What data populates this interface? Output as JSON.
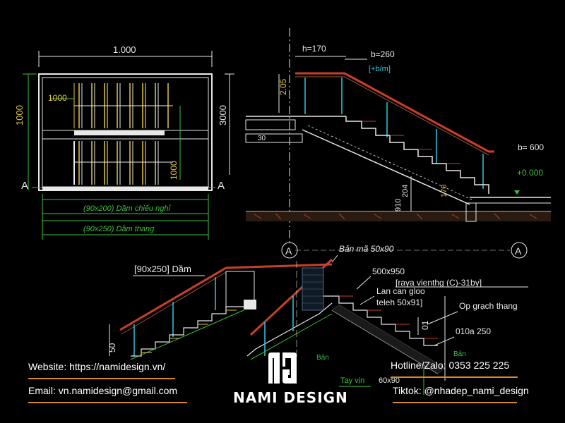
{
  "colors": {
    "background": "#000000",
    "line_white": "#e8e8e8",
    "line_yellow": "#e5c542",
    "line_green": "#3fbf3f",
    "line_cyan": "#30c8e0",
    "line_red": "#c8402a",
    "line_brown": "#a05030",
    "accent_orange": "#d88a2a"
  },
  "plan": {
    "width_dim": "1.000",
    "height_dim_left": "1000",
    "height_dim_right": "3000",
    "inner_dim_top": "1000",
    "inner_dim_right": "1000",
    "section_mark_left": "A",
    "section_mark_right": "A",
    "beam_landing": "(90x200) Dầm chiếu nghỉ",
    "beam_stair": "(90x250) Dầm thang"
  },
  "section": {
    "riser": "h=170",
    "tread": "b=260",
    "tread_sub": "[+b/m]",
    "landing_width": "b= 600",
    "level": "+0.000",
    "dim_205": "2.05",
    "dim_204": "204",
    "dim_910": "910",
    "dim_170": "170",
    "dim_30": "30",
    "section_mark_left": "A",
    "section_mark_right": "A"
  },
  "detail": {
    "label_90x250": "[90x250] Dầm",
    "label_ban_ma": "Bản mã 50x90",
    "label_500x950": "500x950",
    "label_vien": "[raya vienthg (C)-31by]",
    "label_lan_can": "Lan can gloo",
    "label_teleh": "teleh 50x91]",
    "label_op_gach": "Op grạch thang",
    "label_010a250": "010a 250",
    "label_50": "50",
    "label_ban": "Bản",
    "label_tay_vin": "Tay vịn",
    "label_60x90": "60x90",
    "label_01": "01"
  },
  "footer": {
    "website": "Website: https://namidesign.vn/",
    "email": "Email: vn.namidesign@gmail.com",
    "hotline": "Hotline/Zalo: 0353 225 225",
    "tiktok": "Tiktok: @nhadep_nami_design",
    "brand": "NAMI DESIGN"
  }
}
